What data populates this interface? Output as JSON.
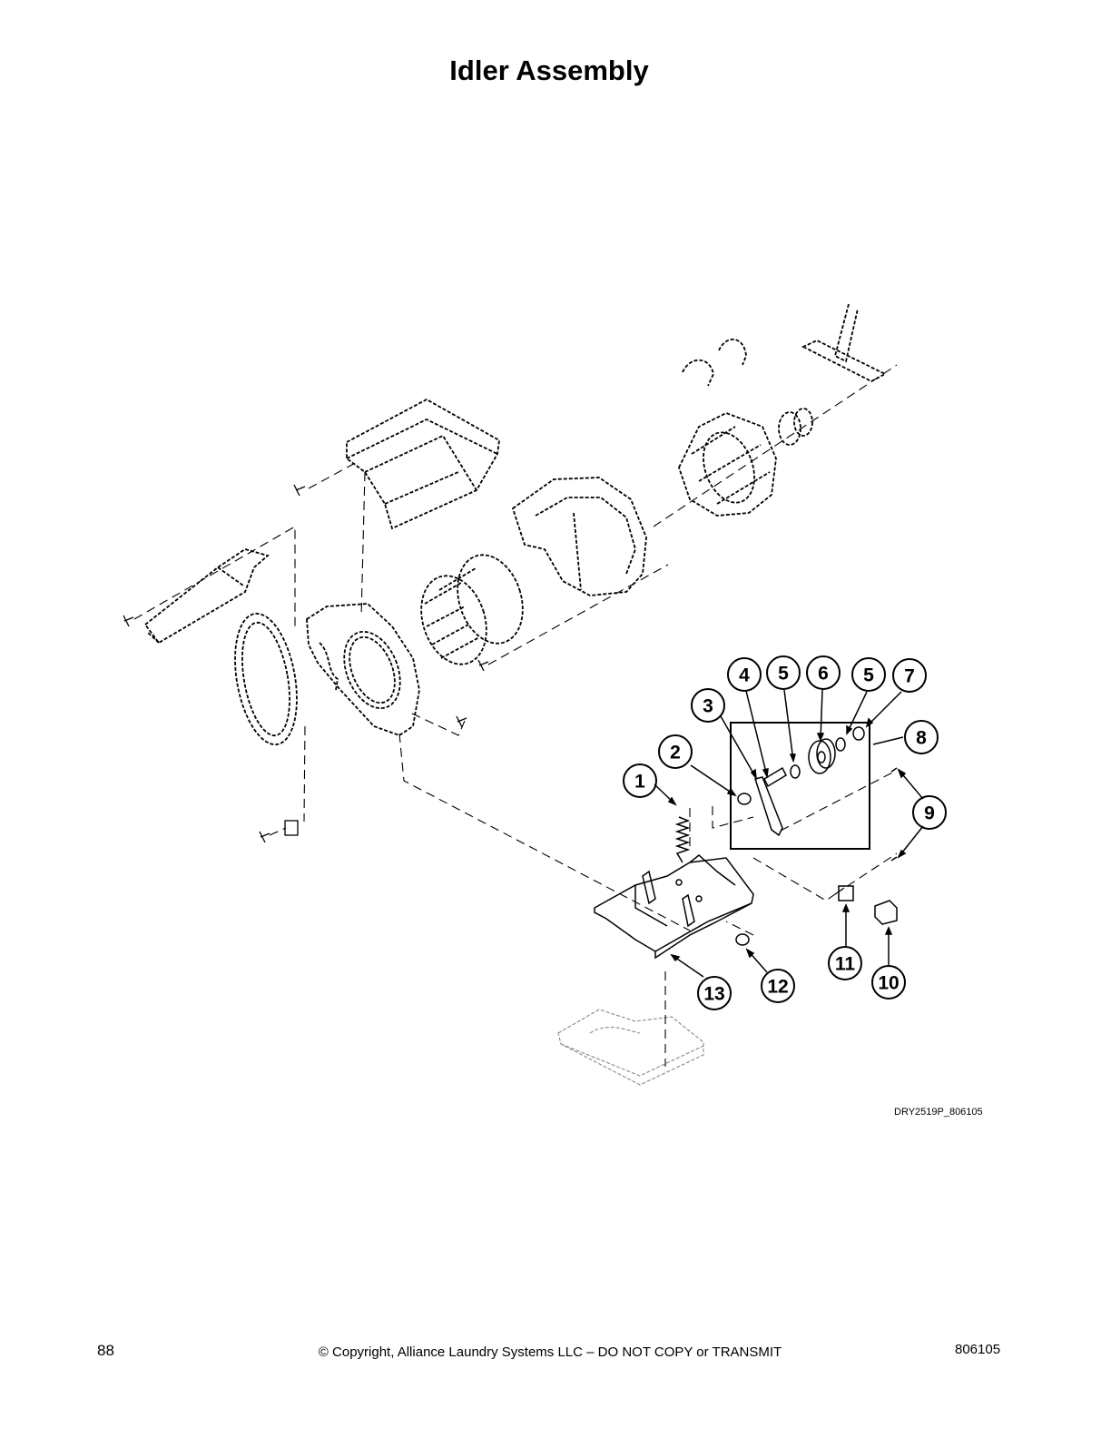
{
  "page": {
    "title": "Idler Assembly",
    "drawing_id": "DRY2519P_806105",
    "page_number": "88",
    "copyright": "© Copyright, Alliance Laundry Systems LLC – DO NOT COPY or TRANSMIT",
    "document_number": "806105"
  },
  "callouts": [
    {
      "id": "c1",
      "label": "1"
    },
    {
      "id": "c2",
      "label": "2"
    },
    {
      "id": "c3",
      "label": "3"
    },
    {
      "id": "c4",
      "label": "4"
    },
    {
      "id": "c5a",
      "label": "5"
    },
    {
      "id": "c6",
      "label": "6"
    },
    {
      "id": "c5b",
      "label": "5"
    },
    {
      "id": "c7",
      "label": "7"
    },
    {
      "id": "c8",
      "label": "8"
    },
    {
      "id": "c9",
      "label": "9"
    },
    {
      "id": "c10",
      "label": "10"
    },
    {
      "id": "c11",
      "label": "11"
    },
    {
      "id": "c12",
      "label": "12"
    },
    {
      "id": "c13",
      "label": "13"
    }
  ]
}
